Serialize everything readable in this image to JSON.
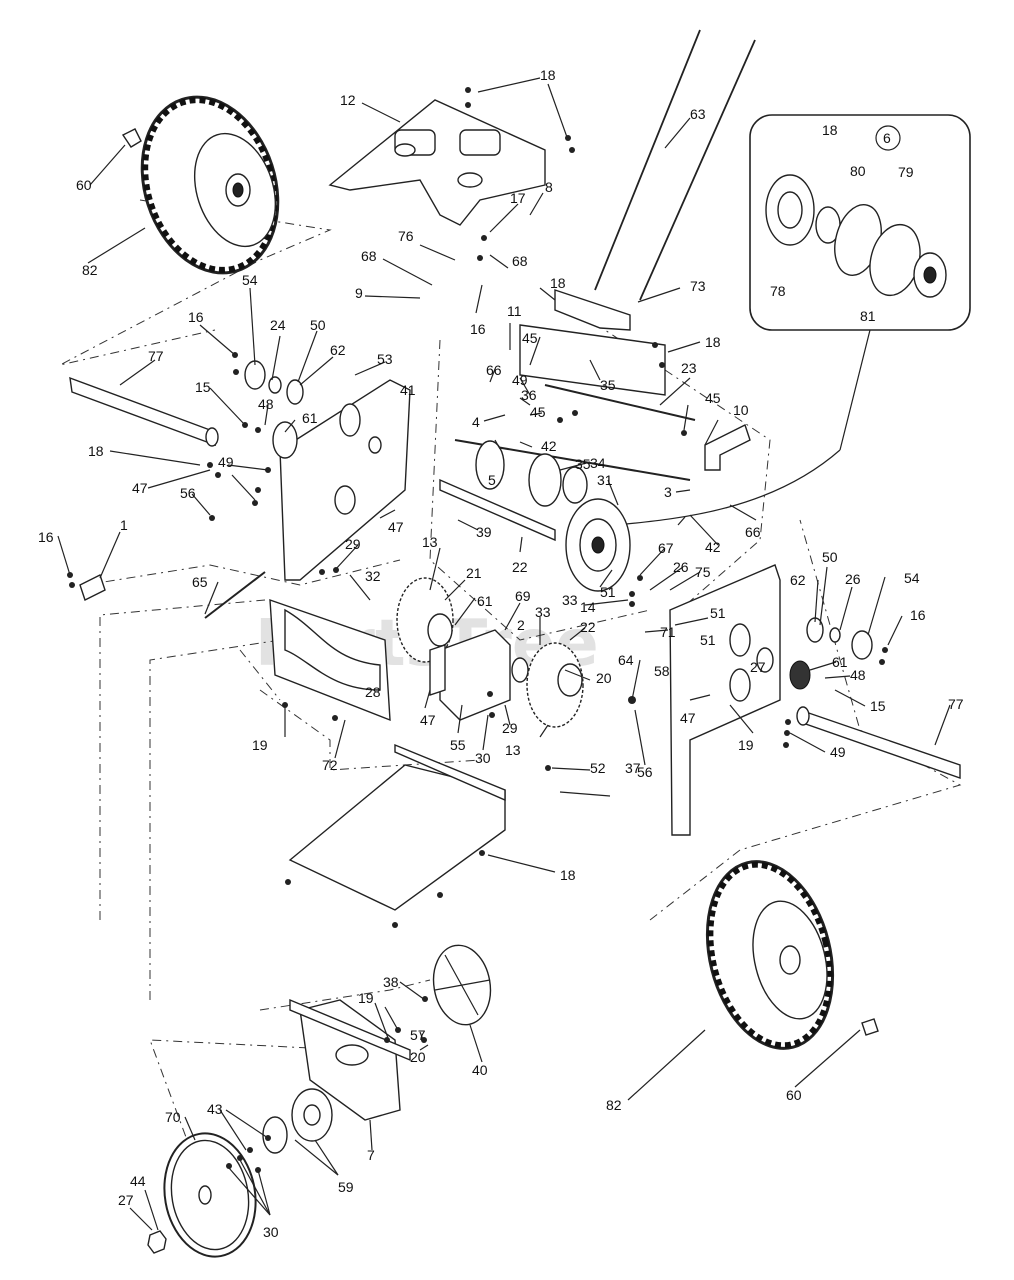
{
  "watermark": "PartsTree",
  "inset_badge": "6",
  "labels": [
    "1",
    "2",
    "3",
    "4",
    "5",
    "7",
    "8",
    "9",
    "10",
    "11",
    "12",
    "13",
    "13",
    "14",
    "15",
    "15",
    "16",
    "16",
    "16",
    "16",
    "17",
    "18",
    "18",
    "18",
    "18",
    "18",
    "18",
    "19",
    "19",
    "19",
    "20",
    "20",
    "21",
    "22",
    "22",
    "23",
    "24",
    "26",
    "26",
    "27",
    "27",
    "28",
    "29",
    "29",
    "30",
    "30",
    "31",
    "32",
    "33",
    "33",
    "34",
    "35",
    "35",
    "36",
    "37",
    "38",
    "39",
    "40",
    "41",
    "42",
    "42",
    "43",
    "44",
    "45",
    "45",
    "45",
    "47",
    "47",
    "47",
    "47",
    "48",
    "48",
    "49",
    "49",
    "49",
    "50",
    "50",
    "51",
    "51",
    "51",
    "52",
    "53",
    "54",
    "54",
    "55",
    "56",
    "56",
    "57",
    "58",
    "59",
    "60",
    "60",
    "61",
    "61",
    "61",
    "62",
    "62",
    "63",
    "64",
    "65",
    "66",
    "66",
    "67",
    "68",
    "68",
    "69",
    "70",
    "71",
    "72",
    "73",
    "75",
    "76",
    "77",
    "77",
    "78",
    "79",
    "80",
    "81",
    "82",
    "82"
  ]
}
